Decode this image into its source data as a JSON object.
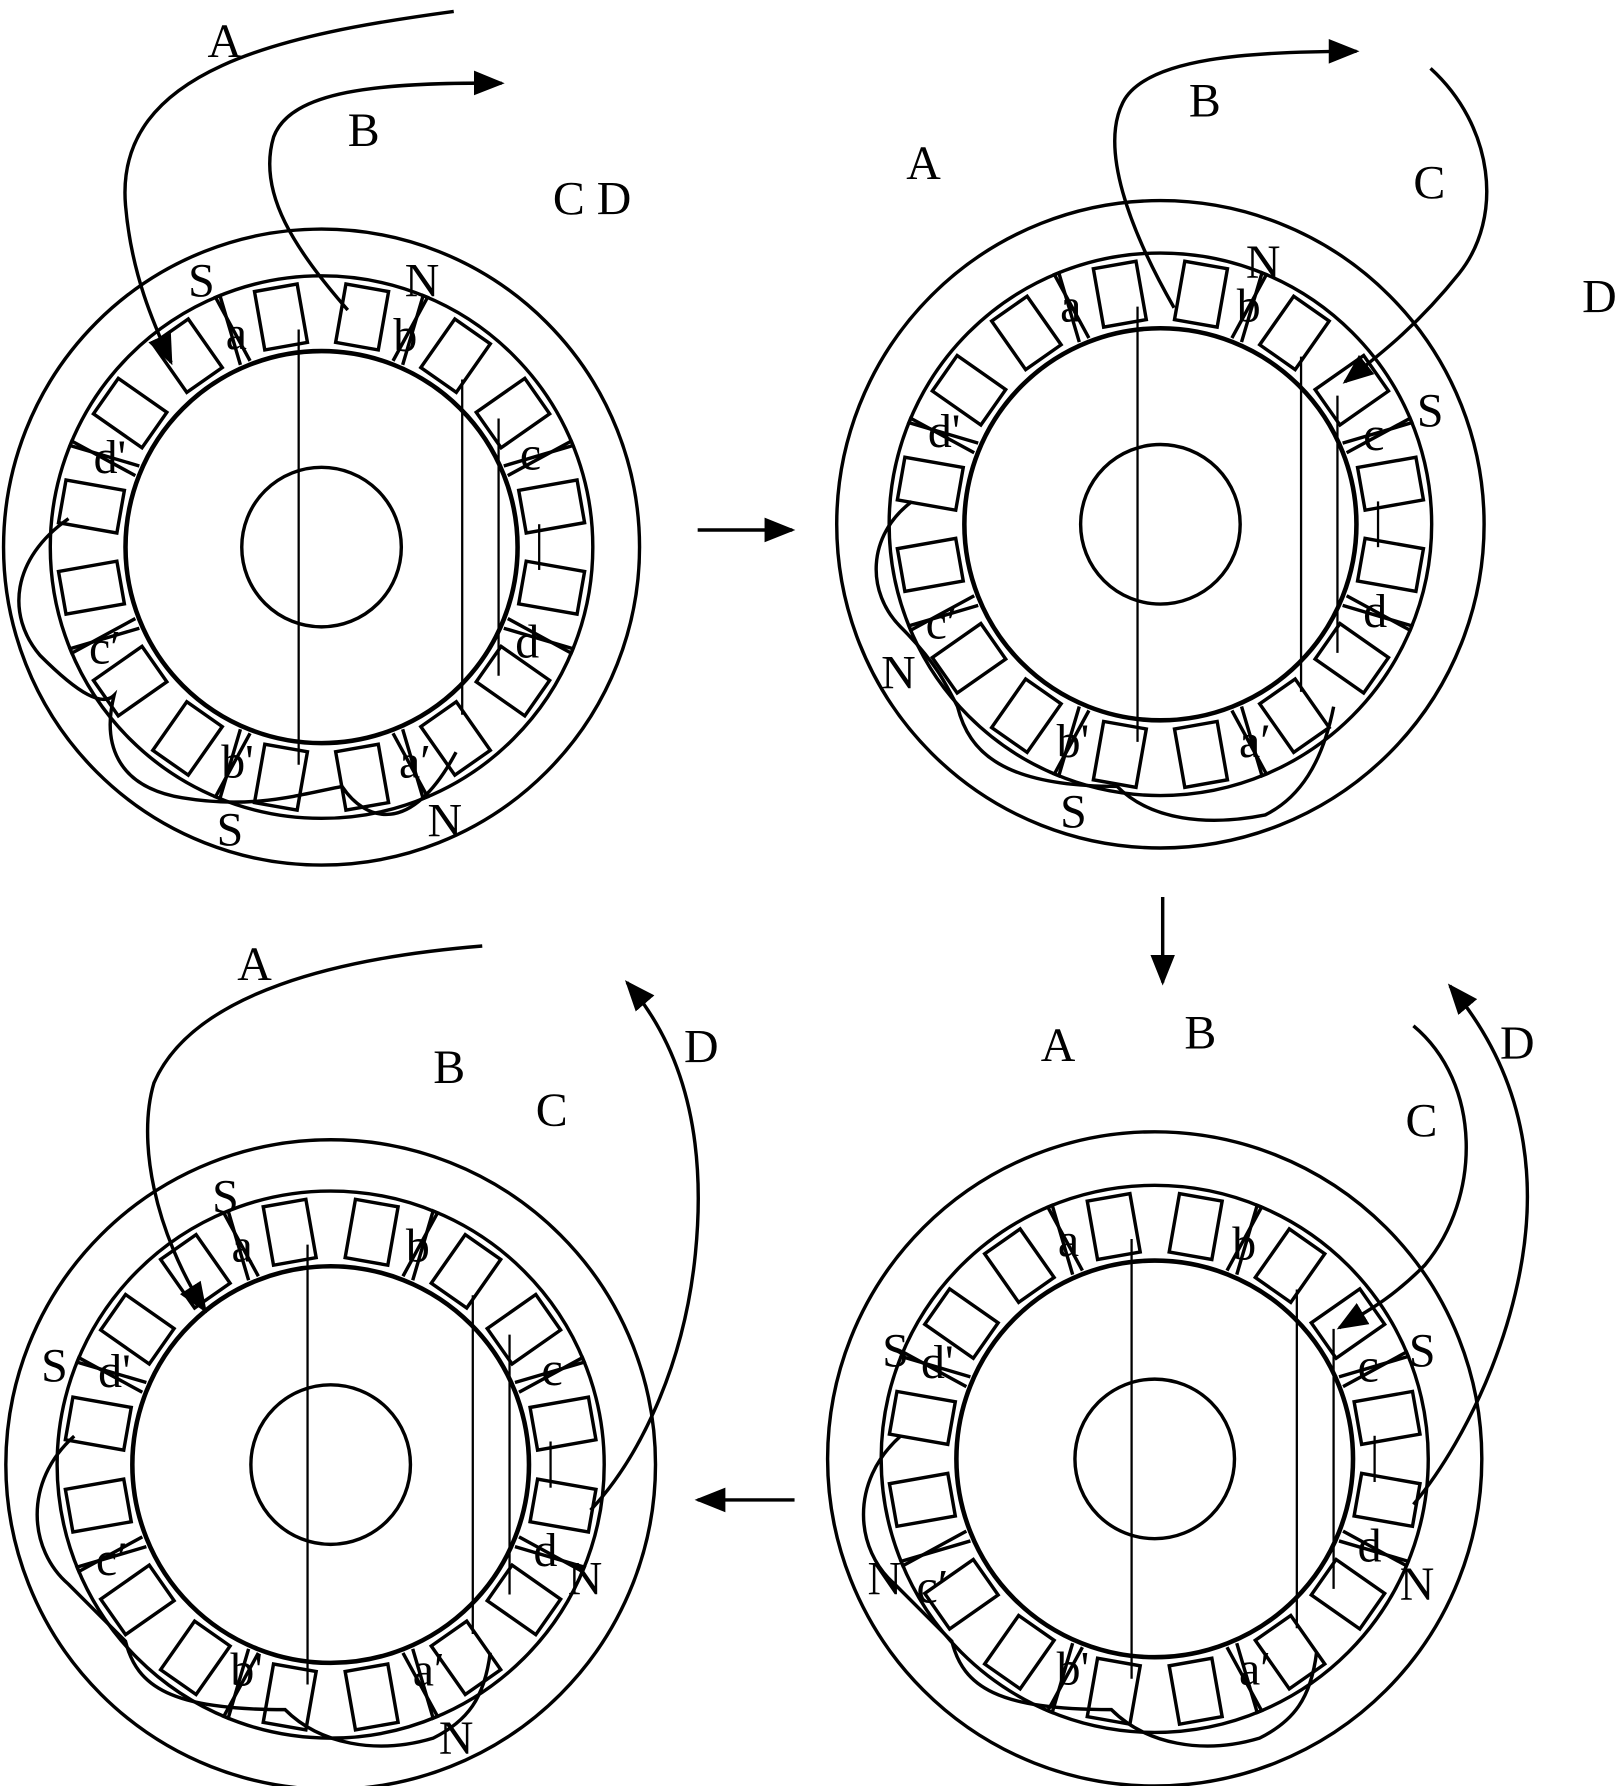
{
  "title": "Stepper motor phase sequence A-B-C-D",
  "colors": {
    "line": "#000000",
    "background": "#ffffff"
  },
  "figures": [
    {
      "phase_labels": {
        "A": "A",
        "B": "B",
        "CD": "C D"
      },
      "poles": {
        "p1": "S",
        "p2": "N",
        "p3": "S",
        "p4": "N"
      },
      "coils": {
        "a": "a",
        "b": "b",
        "dp": "d'",
        "c": "c",
        "cp": "c′",
        "d": "d",
        "bp": "b'",
        "ap": "a′"
      }
    },
    {
      "phase_labels": {
        "A": "A",
        "B": "B",
        "C": "C",
        "D": "D"
      },
      "poles": {
        "p1": "N",
        "p2": "S",
        "p3": "N",
        "p4": "S"
      },
      "coils": {
        "a": "a",
        "b": "b",
        "dp": "d'",
        "c": "c",
        "cp": "c′",
        "d": "d",
        "bp": "b'",
        "ap": "a′"
      }
    },
    {
      "phase_labels": {
        "A": "A",
        "B": "B",
        "C": "C",
        "D": "D"
      },
      "poles": {
        "p1": "S",
        "p2": "S",
        "p3": "N",
        "p4": "N"
      },
      "coils": {
        "a": "a",
        "b": "b",
        "dp": "d'",
        "c": "c",
        "cp": "c′",
        "d": "d",
        "bp": "b'",
        "ap": "a′"
      }
    },
    {
      "phase_labels": {
        "A": "A",
        "B": "B",
        "C": "C",
        "D": "D"
      },
      "poles": {
        "p1": "S",
        "p2": "S",
        "p3": "N",
        "p4": "N"
      },
      "coils": {
        "a": "a",
        "b": "b",
        "dp": "d'",
        "c": "c",
        "cp": "c′",
        "d": "d",
        "bp": "b'",
        "ap": "a′"
      }
    }
  ],
  "sequence_arrows": [
    "right",
    "down",
    "left"
  ]
}
